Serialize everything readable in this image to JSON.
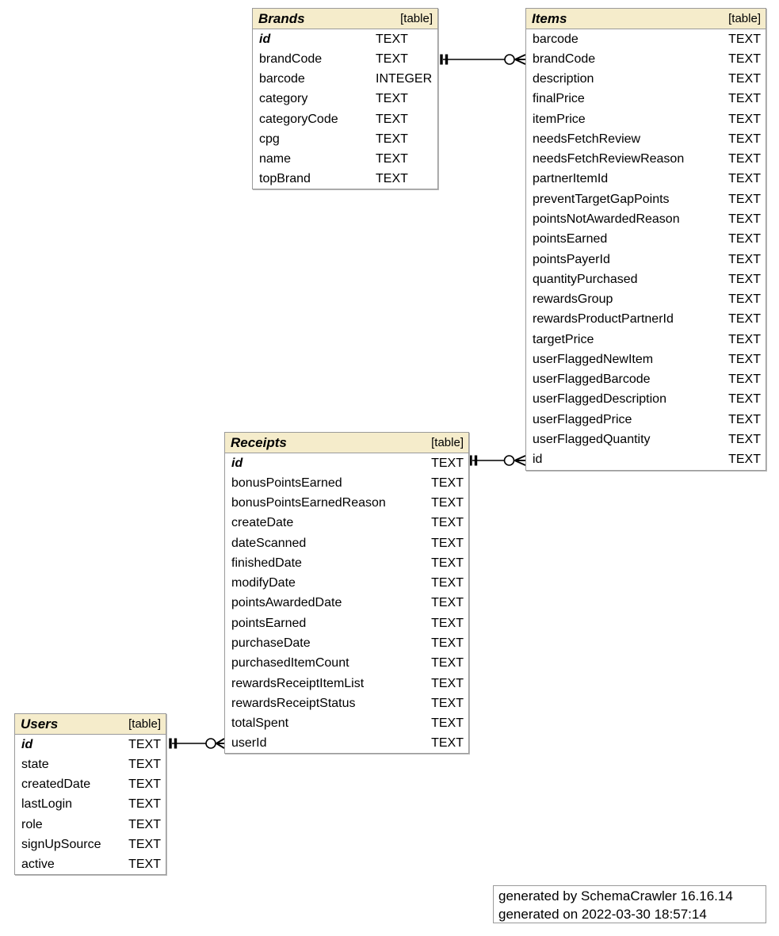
{
  "tables": {
    "brands": {
      "title": "Brands",
      "tag": "[table]",
      "columns": [
        {
          "n": "id",
          "t": "TEXT"
        },
        {
          "n": "brandCode",
          "t": "TEXT"
        },
        {
          "n": "barcode",
          "t": "INTEGER"
        },
        {
          "n": "category",
          "t": "TEXT"
        },
        {
          "n": "categoryCode",
          "t": "TEXT"
        },
        {
          "n": "cpg",
          "t": "TEXT"
        },
        {
          "n": "name",
          "t": "TEXT"
        },
        {
          "n": "topBrand",
          "t": "TEXT"
        }
      ]
    },
    "items": {
      "title": "Items",
      "tag": "[table]",
      "columns": [
        {
          "n": "barcode",
          "t": "TEXT"
        },
        {
          "n": "brandCode",
          "t": "TEXT"
        },
        {
          "n": "description",
          "t": "TEXT"
        },
        {
          "n": "finalPrice",
          "t": "TEXT"
        },
        {
          "n": "itemPrice",
          "t": "TEXT"
        },
        {
          "n": "needsFetchReview",
          "t": "TEXT"
        },
        {
          "n": "needsFetchReviewReason",
          "t": "TEXT"
        },
        {
          "n": "partnerItemId",
          "t": "TEXT"
        },
        {
          "n": "preventTargetGapPoints",
          "t": "TEXT"
        },
        {
          "n": "pointsNotAwardedReason",
          "t": "TEXT"
        },
        {
          "n": "pointsEarned",
          "t": "TEXT"
        },
        {
          "n": "pointsPayerId",
          "t": "TEXT"
        },
        {
          "n": "quantityPurchased",
          "t": "TEXT"
        },
        {
          "n": "rewardsGroup",
          "t": "TEXT"
        },
        {
          "n": "rewardsProductPartnerId",
          "t": "TEXT"
        },
        {
          "n": "targetPrice",
          "t": "TEXT"
        },
        {
          "n": "userFlaggedNewItem",
          "t": "TEXT"
        },
        {
          "n": "userFlaggedBarcode",
          "t": "TEXT"
        },
        {
          "n": "userFlaggedDescription",
          "t": "TEXT"
        },
        {
          "n": "userFlaggedPrice",
          "t": "TEXT"
        },
        {
          "n": "userFlaggedQuantity",
          "t": "TEXT"
        },
        {
          "n": "id",
          "t": "TEXT"
        }
      ]
    },
    "receipts": {
      "title": "Receipts",
      "tag": "[table]",
      "columns": [
        {
          "n": "id",
          "t": "TEXT"
        },
        {
          "n": "bonusPointsEarned",
          "t": "TEXT"
        },
        {
          "n": "bonusPointsEarnedReason",
          "t": "TEXT"
        },
        {
          "n": "createDate",
          "t": "TEXT"
        },
        {
          "n": "dateScanned",
          "t": "TEXT"
        },
        {
          "n": "finishedDate",
          "t": "TEXT"
        },
        {
          "n": "modifyDate",
          "t": "TEXT"
        },
        {
          "n": "pointsAwardedDate",
          "t": "TEXT"
        },
        {
          "n": "pointsEarned",
          "t": "TEXT"
        },
        {
          "n": "purchaseDate",
          "t": "TEXT"
        },
        {
          "n": "purchasedItemCount",
          "t": "TEXT"
        },
        {
          "n": "rewardsReceiptItemList",
          "t": "TEXT"
        },
        {
          "n": "rewardsReceiptStatus",
          "t": "TEXT"
        },
        {
          "n": "totalSpent",
          "t": "TEXT"
        },
        {
          "n": "userId",
          "t": "TEXT"
        }
      ]
    },
    "users": {
      "title": "Users",
      "tag": "[table]",
      "columns": [
        {
          "n": "id",
          "t": "TEXT"
        },
        {
          "n": "state",
          "t": "TEXT"
        },
        {
          "n": "createdDate",
          "t": "TEXT"
        },
        {
          "n": "lastLogin",
          "t": "TEXT"
        },
        {
          "n": "role",
          "t": "TEXT"
        },
        {
          "n": "signUpSource",
          "t": "TEXT"
        },
        {
          "n": "active",
          "t": "TEXT"
        }
      ]
    }
  },
  "relationships": [
    {
      "from": "Brands.brandCode",
      "to": "Items.brandCode",
      "cardinality": "one to zero-or-many"
    },
    {
      "from": "Receipts.id",
      "to": "Items.id",
      "cardinality": "one to zero-or-many"
    },
    {
      "from": "Users.id",
      "to": "Receipts.userId",
      "cardinality": "one to zero-or-many"
    }
  ],
  "footer": {
    "line1": "generated by SchemaCrawler 16.16.14",
    "line2": "generated on 2022-03-30 18:57:14"
  },
  "colors": {
    "header_fill": "#F5ECCB",
    "border": "#9A9A9A",
    "text": "#000000",
    "background": "#FFFFFF",
    "line": "#000000"
  }
}
